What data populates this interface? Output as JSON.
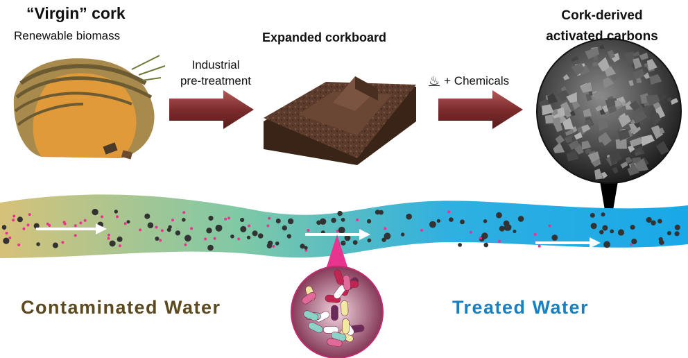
{
  "labels": {
    "virgin_cork": "“Virgin” cork",
    "renewable": "Renewable biomass",
    "pretreatment_line1": "Industrial",
    "pretreatment_line2": "pre-treatment",
    "expanded": "Expanded corkboard",
    "heat_symbol": "♨",
    "chemicals": "+ Chemicals",
    "ac_line1": "Cork-derived",
    "ac_line2": "activated carbons",
    "contaminated": "Contaminated Water",
    "treated": "Treated Water"
  },
  "colors": {
    "arrow": "#8b3a3a",
    "cork_dark": "#5a3a2a",
    "water_left": "#d8c478",
    "water_right": "#1fa9e6",
    "contaminant": "#e8338f",
    "carbon": "#333333"
  }
}
